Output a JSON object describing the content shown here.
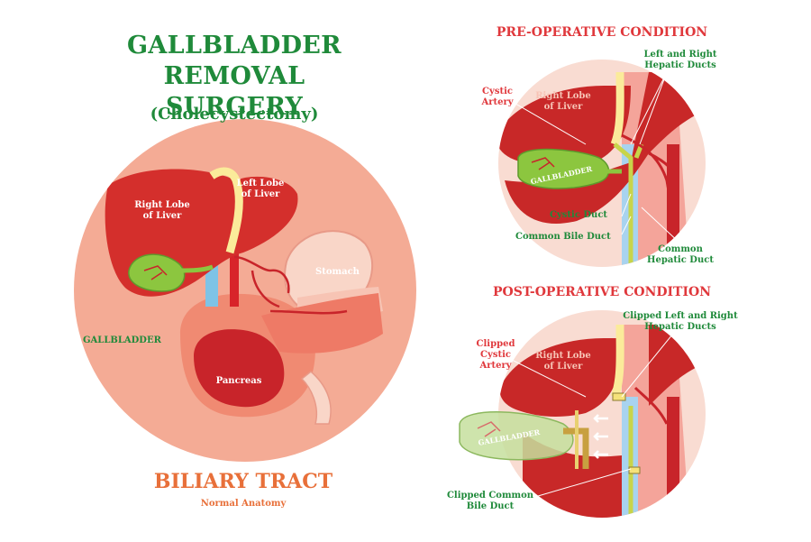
{
  "title_line1": "GALLBLADDER REMOVAL",
  "title_line2": "SURGERY",
  "subtitle": "(Cholecystectomy)",
  "main_diagram": {
    "right_lobe": "Right Lobe\nof Liver",
    "left_lobe": "Left Lobe\nof Liver",
    "stomach": "Stomach",
    "gallbladder": "GALLBLADDER",
    "pancreas": "Pancreas",
    "footer_title": "BILIARY TRACT",
    "footer_sub": "Normal Anatomy"
  },
  "pre_op": {
    "title": "PRE-OPERATIVE CONDITION",
    "cystic_artery": "Cystic\nArtery",
    "right_lobe": "Right Lobe\nof Liver",
    "hepatic_ducts": "Left and Right\nHepatic Ducts",
    "gallbladder": "GALLBLADDER",
    "cystic_duct": "Cystic Duct",
    "common_bile_duct": "Common Bile Duct",
    "common_hepatic_duct": "Common\nHepatic Duct"
  },
  "post_op": {
    "title": "POST-OPERATIVE CONDITION",
    "clipped_cystic_artery": "Clipped\nCystic\nArtery",
    "right_lobe": "Right Lobe\nof Liver",
    "clipped_hepatic_ducts": "Clipped Left and Right\nHepatic Ducts",
    "gallbladder": "GALLBLADDER",
    "clipped_common_bile_duct": "Clipped Common\nBile Duct"
  },
  "colors": {
    "title_green": "#1f8a3a",
    "section_red": "#e0383c",
    "footer_orange": "#e8703a",
    "liver_red": "#c8242a",
    "circle_bg": "#f2a48e",
    "gallbladder_green": "#8cc63f"
  }
}
